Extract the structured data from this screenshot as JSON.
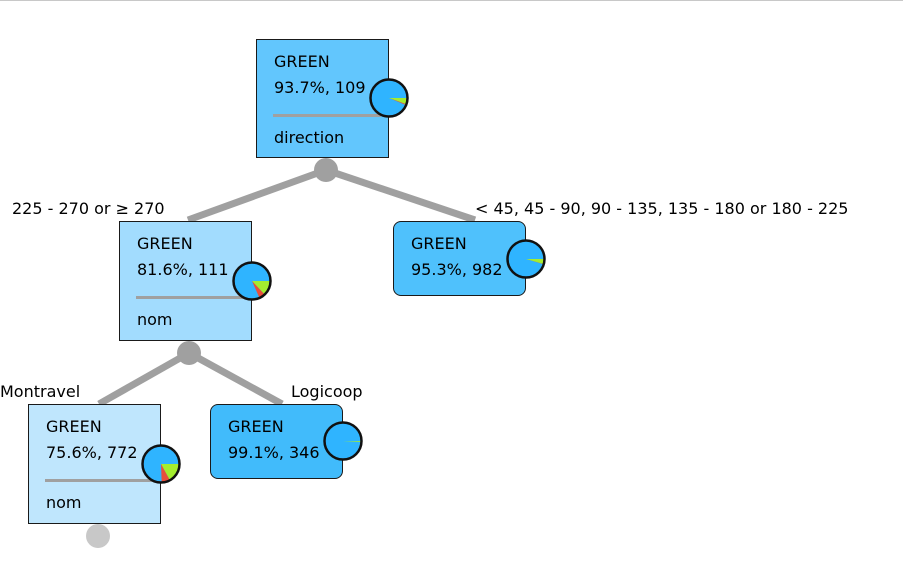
{
  "colors": {
    "root_fill": "#62c6fd",
    "inner_fill": "#a2dcfe",
    "leaf_fill_a": "#4fc1fc",
    "leaf_fill_b": "#41bbfb",
    "leaf_fill_c": "#bfe6fd",
    "edge": "#a0a0a0",
    "pie_main": "#2fb4ff",
    "pie_second": "#a4ed2f",
    "pie_third": "#e8503c"
  },
  "tree": {
    "root": {
      "class": "GREEN",
      "stat": "93.7%, 109",
      "split": "direction",
      "pie": [
        0.937,
        0.055,
        0.008
      ]
    },
    "left_label": "225 - 270 or ≥ 270",
    "right_label": "< 45, 45 - 90, 90 - 135, 135 - 180 or 180 - 225",
    "left": {
      "class": "GREEN",
      "stat": "81.6%, 111",
      "split": "nom",
      "pie": [
        0.816,
        0.13,
        0.054
      ]
    },
    "right": {
      "class": "GREEN",
      "stat": "95.3%, 982",
      "pie": [
        0.953,
        0.045,
        0.002
      ]
    },
    "ll_label": "Montravel",
    "lr_label": "Logicoop",
    "ll": {
      "class": "GREEN",
      "stat": "75.6%, 772",
      "split": "nom",
      "pie": [
        0.756,
        0.17,
        0.074
      ]
    },
    "lr": {
      "class": "GREEN",
      "stat": "99.1%, 346",
      "pie": [
        0.991,
        0.009,
        0.0
      ]
    }
  }
}
